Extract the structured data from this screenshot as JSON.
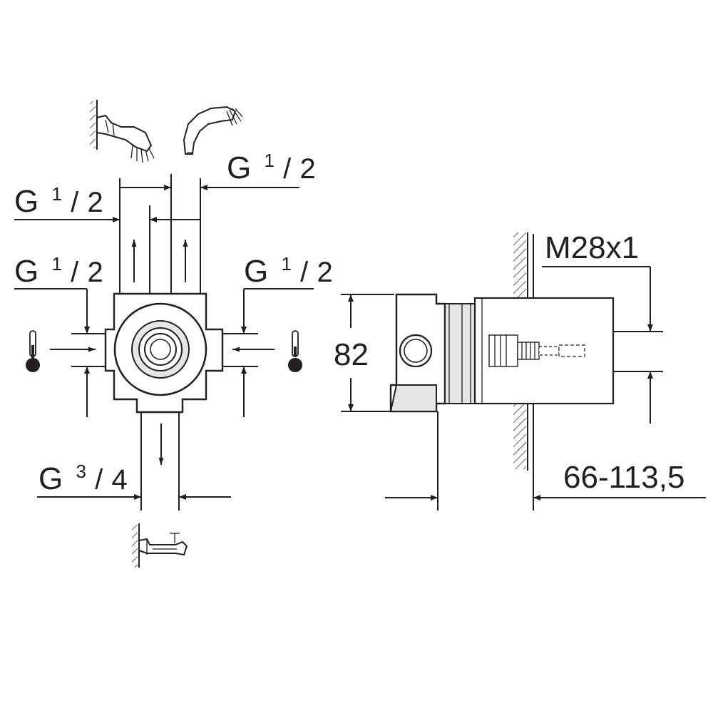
{
  "front_view": {
    "top_left_thread": {
      "prefix": "G",
      "numerator": "1",
      "denominator": "2"
    },
    "top_right_thread": {
      "prefix": "G",
      "numerator": "1",
      "denominator": "2"
    },
    "left_inlet_thread": {
      "prefix": "G",
      "numerator": "1",
      "denominator": "2"
    },
    "right_inlet_thread": {
      "prefix": "G",
      "numerator": "1",
      "denominator": "2"
    },
    "bottom_outlet_thread": {
      "prefix": "G",
      "numerator": "3",
      "denominator": "4"
    },
    "icons": [
      "fixed-shower-head-icon",
      "hand-shower-icon",
      "hot-thermometer-icon",
      "cold-thermometer-icon",
      "bath-spout-icon"
    ]
  },
  "side_view": {
    "spindle_thread": "M28x1",
    "height_dimension": "82",
    "depth_range": "66-113,5"
  },
  "colors": {
    "line": "#231f20",
    "shade": "#e6e6e6",
    "background": "#ffffff"
  }
}
